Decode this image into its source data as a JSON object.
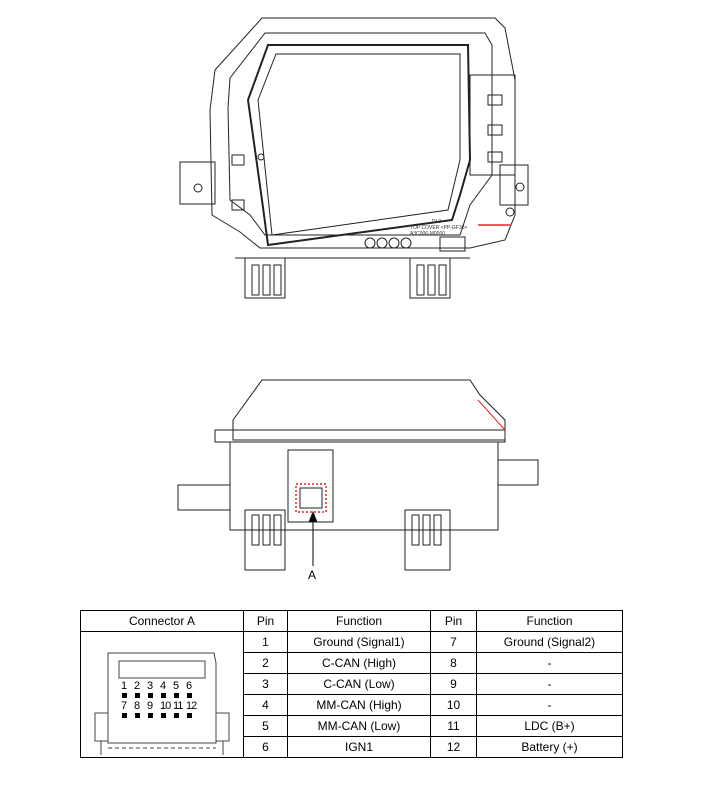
{
  "diagram": {
    "top_view_label": {
      "line1": "DL3",
      "line2": "TOP COVER <PP-GF30>",
      "line3": "A3C006-M0000"
    },
    "callout_label": "A"
  },
  "table": {
    "headers": [
      "Connector A",
      "Pin",
      "Function",
      "Pin",
      "Function"
    ],
    "rows": [
      {
        "pin_a": "1",
        "func_a": "Ground (Signal1)",
        "pin_b": "7",
        "func_b": "Ground (Signal2)"
      },
      {
        "pin_a": "2",
        "func_a": "C-CAN (High)",
        "pin_b": "8",
        "func_b": "-"
      },
      {
        "pin_a": "3",
        "func_a": "C-CAN (Low)",
        "pin_b": "9",
        "func_b": "-"
      },
      {
        "pin_a": "4",
        "func_a": "MM-CAN (High)",
        "pin_b": "10",
        "func_b": "-"
      },
      {
        "pin_a": "5",
        "func_a": "MM-CAN (Low)",
        "pin_b": "11",
        "func_b": "LDC (B+)"
      },
      {
        "pin_a": "6",
        "func_a": "IGN1",
        "pin_b": "12",
        "func_b": "Battery (+)"
      }
    ],
    "connector_pins_top": [
      "1",
      "2",
      "3",
      "4",
      "5",
      "6"
    ],
    "connector_pins_bottom": [
      "7",
      "8",
      "9",
      "10",
      "11",
      "12"
    ]
  }
}
